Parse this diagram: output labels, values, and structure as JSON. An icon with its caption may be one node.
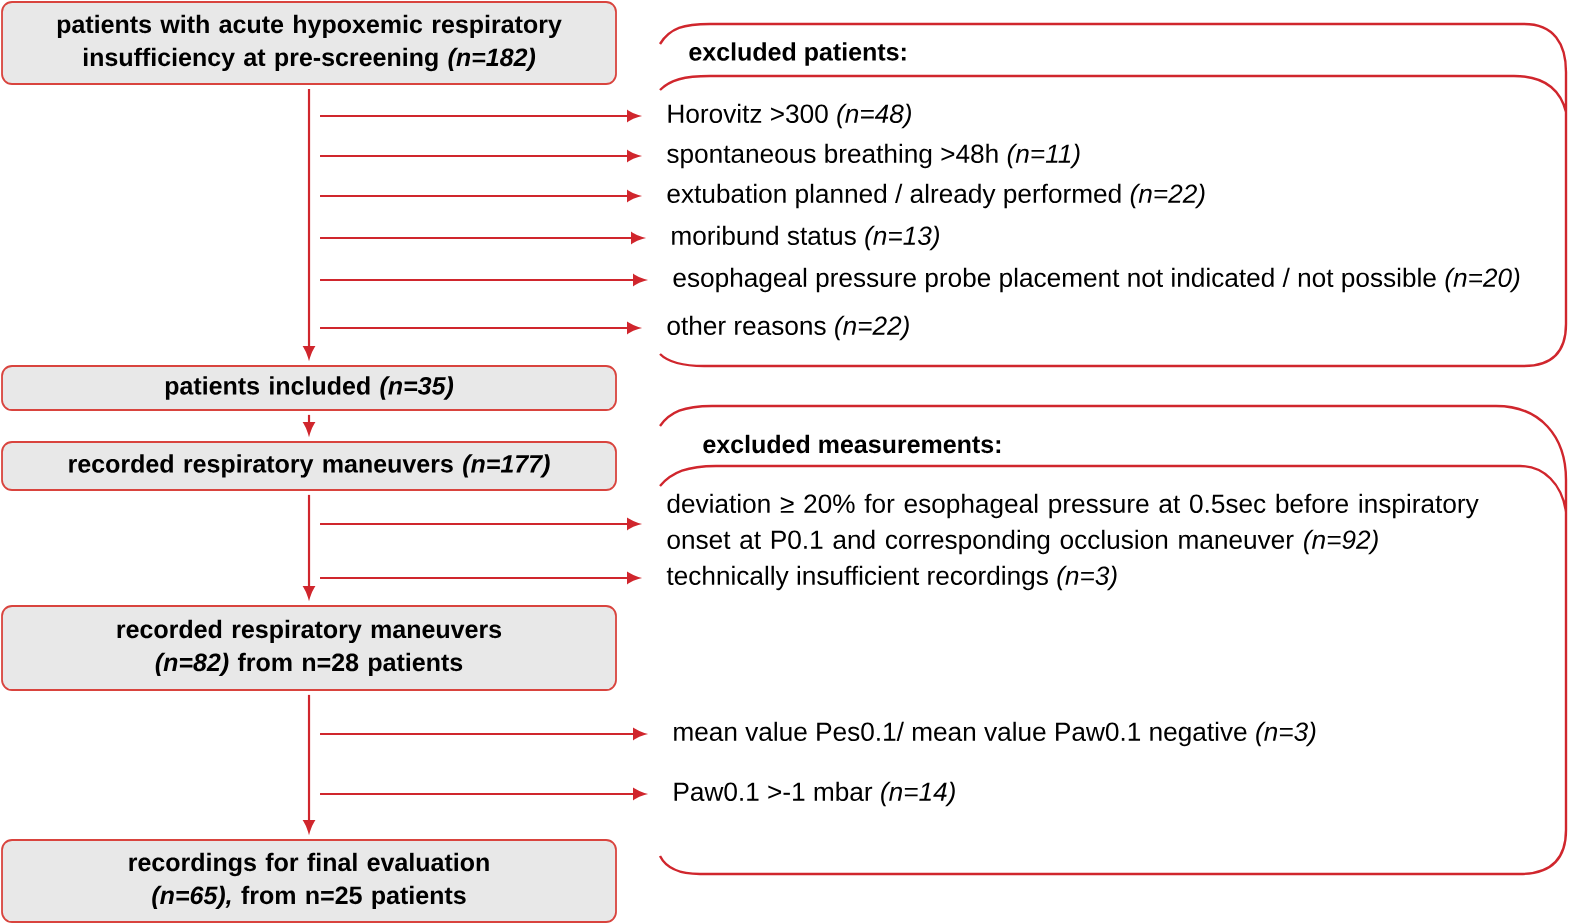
{
  "diagram": {
    "nodes": [
      {
        "text": [
          "patients with acute hypoxemic respiratory insufficiency at pre-screening *(n=182)*"
        ]
      },
      {
        "text": [
          "patients included *(n=35)*"
        ]
      },
      {
        "text": [
          "recorded respiratory maneuvers *(n=177)*"
        ]
      },
      {
        "text": [
          "recorded respiratory maneuvers *(n=82)* from n=28 patients"
        ]
      },
      {
        "text": [
          "recordings for final evaluation *(n=65),* from n=25 patients"
        ]
      },
      {
        "text": [
          "excluded patients:"
        ]
      },
      {
        "text": [
          "Horovitz >300 *(n=48)*"
        ],
        "in": 5
      },
      {
        "text": [
          "spontaneous breathing >48h *(n=11)*"
        ],
        "in": 5
      },
      {
        "text": [
          "extubation planned / already performed *(n=22)*"
        ],
        "in": 5
      },
      {
        "text": [
          "moribund status *(n=13)*"
        ],
        "in": 5
      },
      {
        "text": [
          "esophageal pressure probe placement not indicated / not possible *(n=20)*"
        ],
        "in": 5
      },
      {
        "text": [
          "other reasons *(n=22)*"
        ],
        "in": 5
      },
      {
        "text": [
          "excluded measurements:"
        ]
      },
      {
        "text": [
          "deviation ≥ 20% for esophageal pressure at 0.5sec before inspiratory onset at P0.1 and corresponding occlusion maneuver *(n=92)*"
        ],
        "in": 12
      },
      {
        "text": [
          "technically insufficient recordings *(n=3)*"
        ],
        "in": 12
      },
      {
        "text": [
          "mean value Pes0.1/ mean value Paw0.1 negative *(n=3)*"
        ],
        "in": 12
      },
      {
        "text": [
          "Paw0.1 >-1 mbar *(n=14)*"
        ],
        "in": 12
      }
    ],
    "edges": [
      {
        "from": 0,
        "to": 1,
        "arrow": "to"
      },
      {
        "from": 1,
        "to": 2,
        "arrow": "to"
      },
      {
        "from": 2,
        "to": 3,
        "arrow": "to"
      },
      {
        "from": 3,
        "to": 4,
        "arrow": "to"
      },
      {
        "from": null,
        "to": 6,
        "arrow": "to"
      },
      {
        "from": null,
        "to": 7,
        "arrow": "to"
      },
      {
        "from": null,
        "to": 8,
        "arrow": "to"
      },
      {
        "from": null,
        "to": 9,
        "arrow": "to"
      },
      {
        "from": null,
        "to": 10,
        "arrow": "to"
      },
      {
        "from": null,
        "to": 11,
        "arrow": "to"
      },
      {
        "from": null,
        "to": 13,
        "arrow": "to"
      },
      {
        "from": null,
        "to": 14,
        "arrow": "to"
      },
      {
        "from": null,
        "to": 15,
        "arrow": "to"
      },
      {
        "from": null,
        "to": 16,
        "arrow": "to"
      }
    ]
  }
}
